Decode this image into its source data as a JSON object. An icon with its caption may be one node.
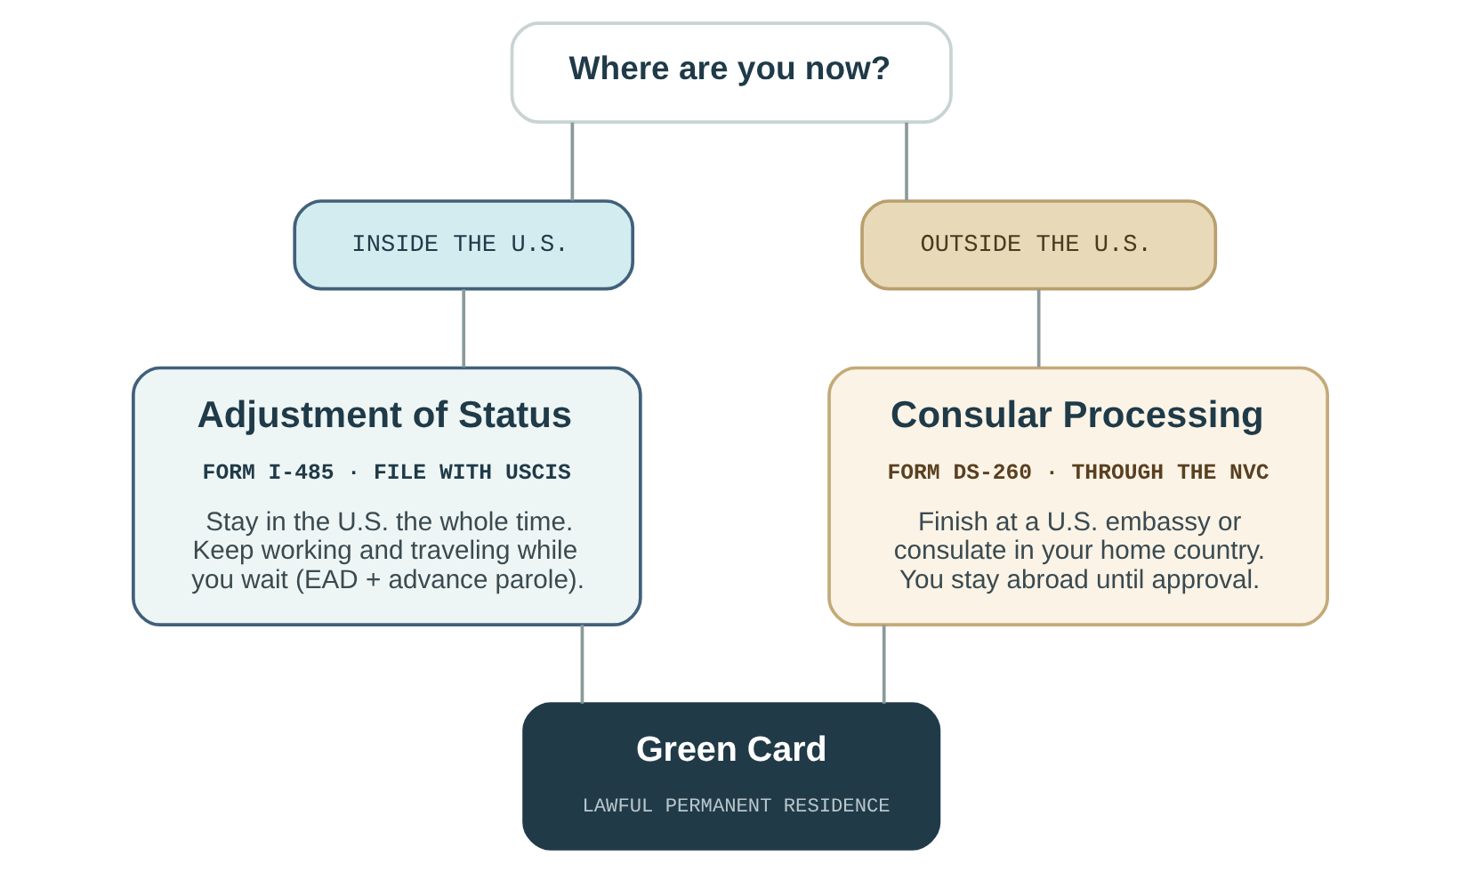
{
  "diagram": {
    "nodes": [
      {
        "text": [
          "Where are you now?"
        ]
      },
      {
        "text": [
          "INSIDE THE U.S."
        ]
      },
      {
        "text": [
          "OUTSIDE THE U.S."
        ]
      },
      {
        "text": [
          "Adjustment of Status",
          "FORM I-485 · FILE WITH USCIS",
          "Stay in the U.S. the whole time. Keep working and traveling while you wait (EAD + advance parole)."
        ]
      },
      {
        "text": [
          "Consular Processing",
          "FORM DS-260 · THROUGH THE NVC",
          "Finish at a U.S. embassy or consulate in your home country. You stay abroad until approval."
        ]
      },
      {
        "text": [
          "Green Card",
          "LAWFUL PERMANENT RESIDENCE"
        ]
      }
    ],
    "edges": [
      {
        "from": 0,
        "to": 1,
        "arrow": "none"
      },
      {
        "from": 0,
        "to": 2,
        "arrow": "none"
      },
      {
        "from": 1,
        "to": 3,
        "arrow": "none"
      },
      {
        "from": 2,
        "to": 4,
        "arrow": "none"
      },
      {
        "from": 3,
        "to": 5,
        "arrow": "none"
      },
      {
        "from": 4,
        "to": 5,
        "arrow": "none"
      }
    ]
  }
}
